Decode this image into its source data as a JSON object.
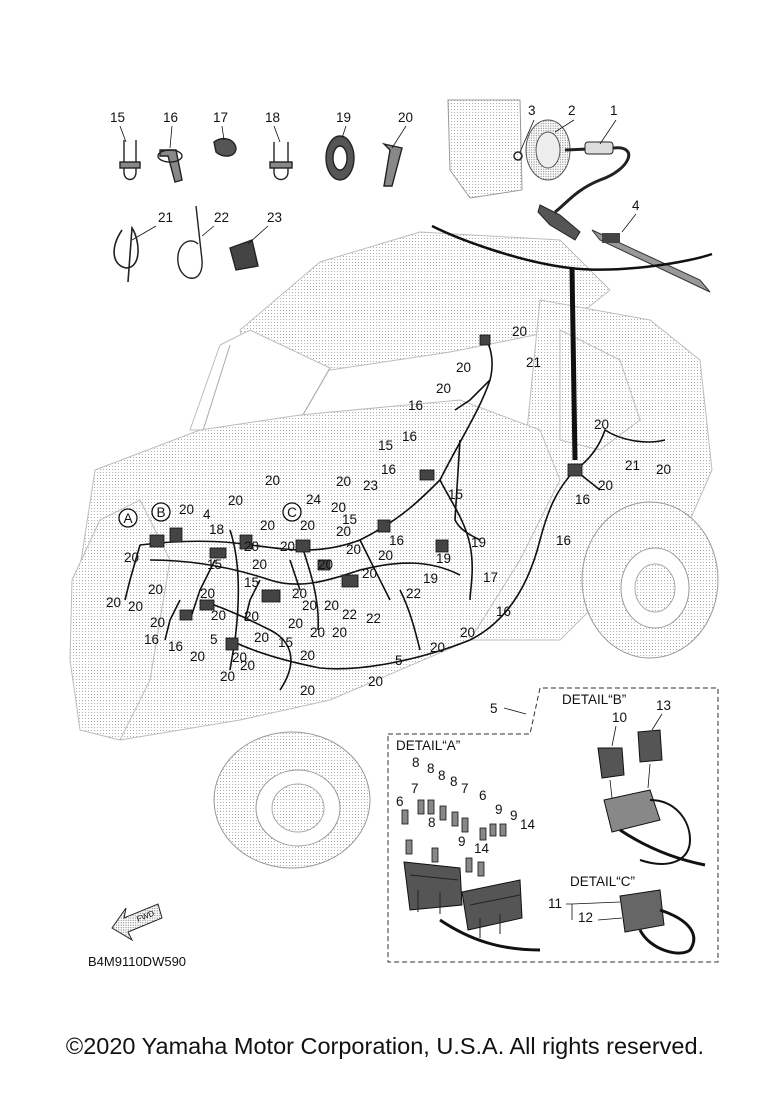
{
  "parts_top": [
    "15",
    "16",
    "17",
    "18",
    "19",
    "20",
    "21",
    "22",
    "23"
  ],
  "parts_inset": [
    "3",
    "2",
    "1",
    "4"
  ],
  "circle_markers": [
    "A",
    "B",
    "C"
  ],
  "callouts": {
    "c20": "20",
    "c21": "21",
    "c16": "16",
    "c15": "15",
    "c23": "23",
    "c24": "24",
    "c4": "4",
    "c18": "18",
    "c19": "19",
    "c17": "17",
    "c22": "22",
    "c5": "5"
  },
  "detail_a": {
    "title": "DETAIL“A”",
    "labels": [
      "8",
      "8",
      "8",
      "8",
      "7",
      "6",
      "7",
      "6",
      "8",
      "9",
      "9",
      "14",
      "9",
      "14"
    ]
  },
  "detail_b": {
    "title": "DETAIL“B”",
    "labels": [
      "10",
      "13"
    ]
  },
  "detail_c": {
    "title": "DETAIL“C”",
    "labels": [
      "11",
      "12"
    ]
  },
  "fwd_label": "FWD",
  "diagram_code": "B4M9110DW590",
  "copyright": "©2020 Yamaha Motor Corporation, U.S.A. All rights reserved."
}
